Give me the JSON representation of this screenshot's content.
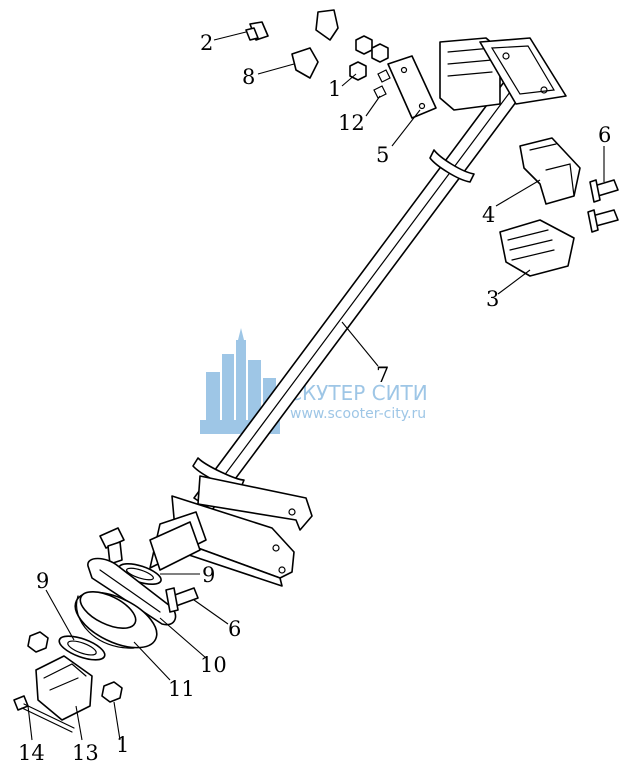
{
  "diagram": {
    "type": "exploded-parts",
    "callouts": {
      "c1a": "1",
      "c2": "2",
      "c8": "8",
      "c12": "12",
      "c5": "5",
      "c6a": "6",
      "c4": "4",
      "c3": "3",
      "c7": "7",
      "c9a": "9",
      "c6b": "6",
      "c10": "10",
      "c11": "11",
      "c9b": "9",
      "c14": "14",
      "c13": "13",
      "c1b": "1"
    }
  },
  "watermark": {
    "title": "СКУТЕР СИТИ",
    "url": "www.scooter-city.ru",
    "color": "#9ec6e6"
  }
}
